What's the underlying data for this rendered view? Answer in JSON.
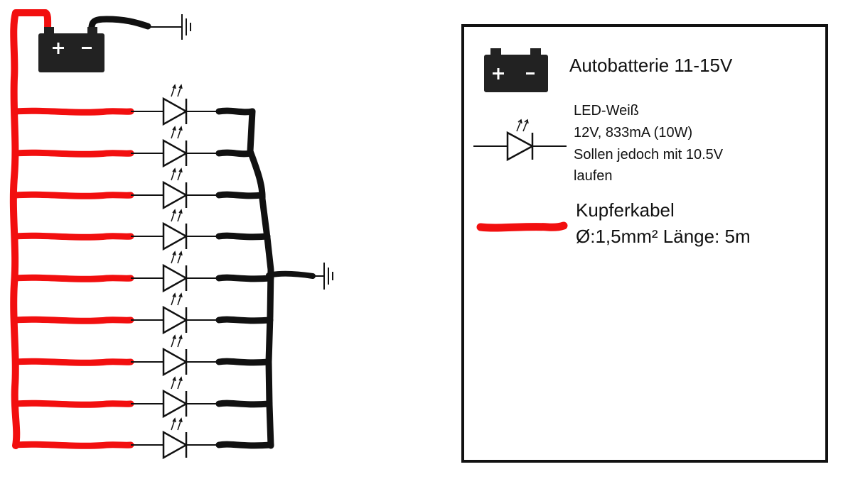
{
  "legend": {
    "battery_label": "Autobatterie 11-15V",
    "led_lines": [
      "LED-Weiß",
      "12V, 833mA (10W)",
      "Sollen jedoch mit 10.5V",
      "laufen"
    ],
    "cable_lines": [
      "Kupferkabel",
      "Ø:1,5mm²  Länge: 5m"
    ]
  },
  "battery_symbol": {
    "plus": "+",
    "minus": "-"
  },
  "circuit": {
    "led_count": 9
  },
  "colors": {
    "positive_wire": "#f20f0f",
    "negative_wire": "#111111",
    "symbol": "#1a1a1a"
  }
}
